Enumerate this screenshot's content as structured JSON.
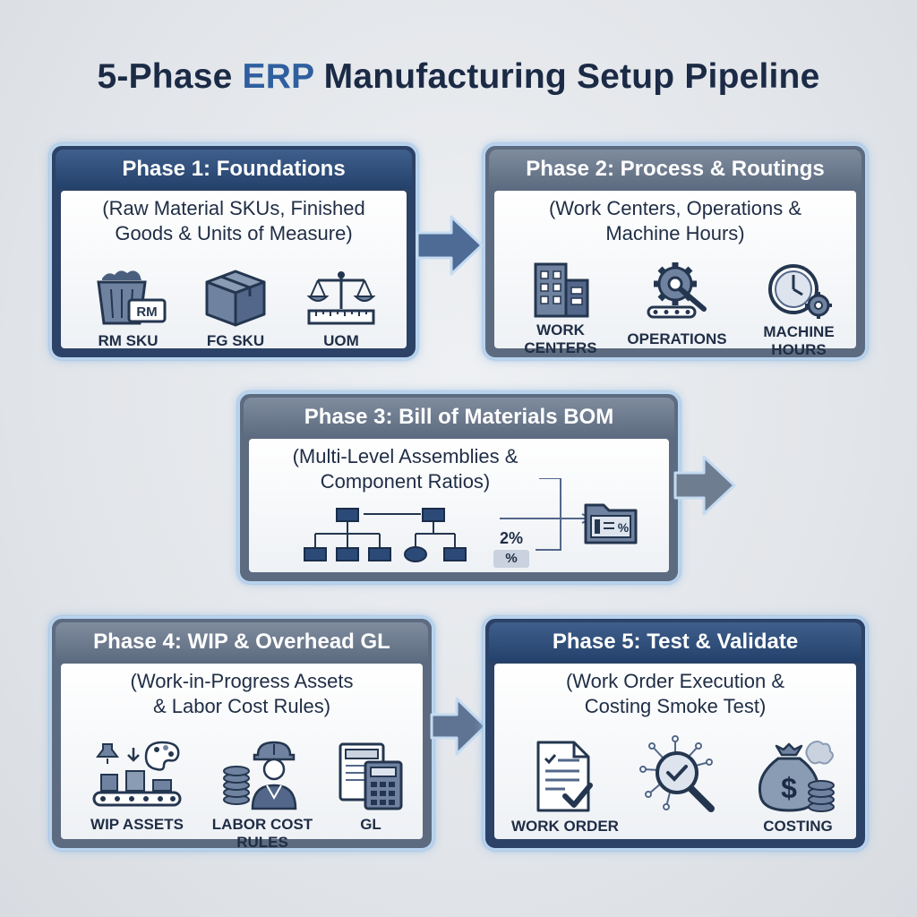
{
  "title": {
    "prefix": "5-Phase ",
    "accent": "ERP",
    "suffix": " Manufacturing Setup Pipeline"
  },
  "colors": {
    "navy": "#23416b",
    "accent_blue": "#2f5f9e",
    "gray_head": "#5d6b80",
    "glow": "#b8d3ee"
  },
  "phases": [
    {
      "title": "Phase 1: Foundations",
      "subtitle_line1": "(Raw Material SKUs, Finished",
      "subtitle_line2": "Goods & Units of Measure)",
      "items": [
        {
          "label": "RM SKU",
          "icon": "raw-material-bin-icon",
          "badge": "RM"
        },
        {
          "label": "FG SKU",
          "icon": "box-icon"
        },
        {
          "label": "UOM",
          "icon": "scale-ruler-icon"
        }
      ]
    },
    {
      "title": "Phase 2: Process & Routings",
      "subtitle_line1": "(Work Centers, Operations &",
      "subtitle_line2": "Machine Hours)",
      "items": [
        {
          "label_line1": "WORK",
          "label_line2": "CENTERS",
          "icon": "building-icon"
        },
        {
          "label": "OPERATIONS",
          "icon": "gear-wrench-conveyor-icon"
        },
        {
          "label_line1": "MACHINE",
          "label_line2": "HOURS",
          "icon": "clock-gear-icon"
        }
      ]
    },
    {
      "title": "Phase 3: Bill of Materials BOM",
      "subtitle_line1": "(Multi-Level Assemblies &",
      "subtitle_line2": "Component Ratios)",
      "ratio_top": "2%",
      "ratio_bottom": "%",
      "folder_text": "%",
      "icons": [
        "hierarchy-tree-icon",
        "ratio-icon",
        "folder-icon"
      ]
    },
    {
      "title": "Phase 4: WIP & Overhead GL",
      "subtitle_line1": "(Work-in-Progress Assets",
      "subtitle_line2": "& Labor Cost Rules)",
      "items": [
        {
          "label": "WIP ASSETS",
          "icon": "conveyor-palette-icon"
        },
        {
          "label_line1": "LABOR COST",
          "label_line2": "RULES",
          "icon": "worker-coins-icon"
        },
        {
          "label": "GL",
          "icon": "calculator-ledger-icon"
        }
      ]
    },
    {
      "title": "Phase 5: Test & Validate",
      "subtitle_line1": "(Work Order Execution &",
      "subtitle_line2": "Costing Smoke Test)",
      "items": [
        {
          "label": "WORK ORDER",
          "icon": "document-check-icon"
        },
        {
          "label": "",
          "icon": "magnifier-check-network-icon"
        },
        {
          "label": "COSTING",
          "icon": "money-bag-icon"
        }
      ]
    }
  ]
}
